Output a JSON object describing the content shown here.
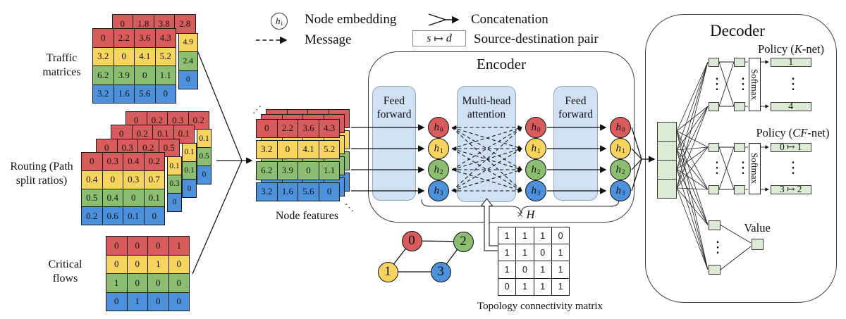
{
  "colors": {
    "red": "#D95C5C",
    "yellow": "#F7D35F",
    "green": "#8CBE71",
    "blue": "#4D90DC",
    "light_blue": "#CFE1F2",
    "light_green": "#DCEBD4",
    "line": "#111111"
  },
  "legend": {
    "node_embedding_symbol": {
      "h": "h",
      "sub": "i"
    },
    "node_embedding": "Node embedding",
    "message": "Message",
    "concatenation": "Concatenation",
    "sd": {
      "s": "s",
      "arrow": "↦",
      "d": "d"
    },
    "sd_pair": "Source-destination pair"
  },
  "left": {
    "traffic": {
      "label1": "Traffic",
      "label2": "matrices",
      "front": [
        [
          "0",
          "2.2",
          "3.6",
          "4.3"
        ],
        [
          "3.2",
          "0",
          "4.1",
          "5.2"
        ],
        [
          "6.2",
          "3.9",
          "0",
          "1.1"
        ],
        [
          "3.2",
          "1.6",
          "5.6",
          "0"
        ]
      ],
      "back": {
        "top": [
          "0",
          "1.8",
          "3.8",
          "2.8"
        ],
        "right": [
          "4.9",
          "2.4",
          "0"
        ]
      }
    },
    "routing": {
      "label1": "Routing (Path",
      "label2": "split ratios)",
      "front": [
        [
          "0",
          "0.3",
          "0.4",
          "0.2"
        ],
        [
          "0.4",
          "0",
          "0.3",
          "0.7"
        ],
        [
          "0.5",
          "0.4",
          "0",
          "0.1"
        ],
        [
          "0.2",
          "0.6",
          "0.1",
          "0"
        ]
      ],
      "layers": [
        {
          "top": [
            "0",
            "0.2",
            "0.3",
            "0.2"
          ],
          "right": [
            "0.1",
            "0.5",
            "0"
          ]
        },
        {
          "top": [
            "0",
            "0.2",
            "0.1",
            "0.1"
          ],
          "right": [
            "0.1",
            "0.1",
            "0"
          ]
        },
        {
          "top": [
            "0",
            "0.3",
            "0.2",
            "0.5"
          ],
          "right": [
            "0.1",
            "0.3",
            "0"
          ]
        }
      ]
    },
    "critical": {
      "label1": "Critical",
      "label2": "flows",
      "front": [
        [
          "0",
          "0",
          "0",
          "1"
        ],
        [
          "0",
          "0",
          "1",
          "0"
        ],
        [
          "1",
          "0",
          "0",
          "0"
        ],
        [
          "0",
          "1",
          "0",
          "0"
        ]
      ]
    }
  },
  "node_features": {
    "label": "Node features",
    "rows": [
      [
        "0",
        "2.2",
        "3.6",
        "4.3"
      ],
      [
        "3.2",
        "0",
        "4.1",
        "5.2"
      ],
      [
        "6.2",
        "3.9",
        "0",
        "1.1"
      ],
      [
        "3.2",
        "1.6",
        "5.6",
        "0"
      ]
    ]
  },
  "encoder": {
    "title": "Encoder",
    "ff_line1": "Feed",
    "ff_line2": "forward",
    "mha_line1": "Multi-head",
    "mha_line2": "attention",
    "h": "h",
    "h_subs": [
      "0",
      "1",
      "2",
      "3"
    ],
    "xh_times": "×",
    "xh_h": "H"
  },
  "graph": {
    "nodes": [
      "0",
      "1",
      "2",
      "3"
    ]
  },
  "topology": {
    "label": "Topology connectivity matrix",
    "matrix": [
      [
        "1",
        "1",
        "1",
        "0"
      ],
      [
        "1",
        "1",
        "0",
        "1"
      ],
      [
        "1",
        "0",
        "1",
        "1"
      ],
      [
        "0",
        "1",
        "1",
        "1"
      ]
    ]
  },
  "decoder": {
    "title": "Decoder",
    "knet": {
      "label_prefix": "Policy (",
      "label_italic": "K",
      "label_suffix": "-net)",
      "softmax": "Softmax",
      "outputs": [
        "1",
        "4"
      ]
    },
    "cfnet": {
      "label_prefix": "Policy (",
      "label_italic": "CF",
      "label_suffix": "-net)",
      "softmax": "Softmax",
      "outputs": [
        "0 ↦ 1",
        "3 ↦ 2"
      ]
    },
    "value_label": "Value"
  },
  "icons": {
    "vdots": "⋮",
    "ddots_up": "⋰",
    "ddots_down": "⋱"
  }
}
